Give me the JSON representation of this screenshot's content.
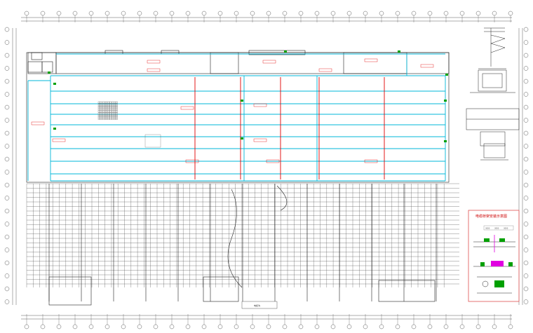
{
  "drawing": {
    "legend_title": "电缆桥架安装示意图",
    "legend_dims": [
      "3000",
      "3000",
      "3000"
    ],
    "bottom_label": "电缆沟",
    "colors": {
      "cyan": "#00b7d8",
      "red": "#e00000",
      "grid": "#555555",
      "green": "#00a000",
      "magenta": "#e000e0",
      "legend_border": "#e05050"
    }
  }
}
